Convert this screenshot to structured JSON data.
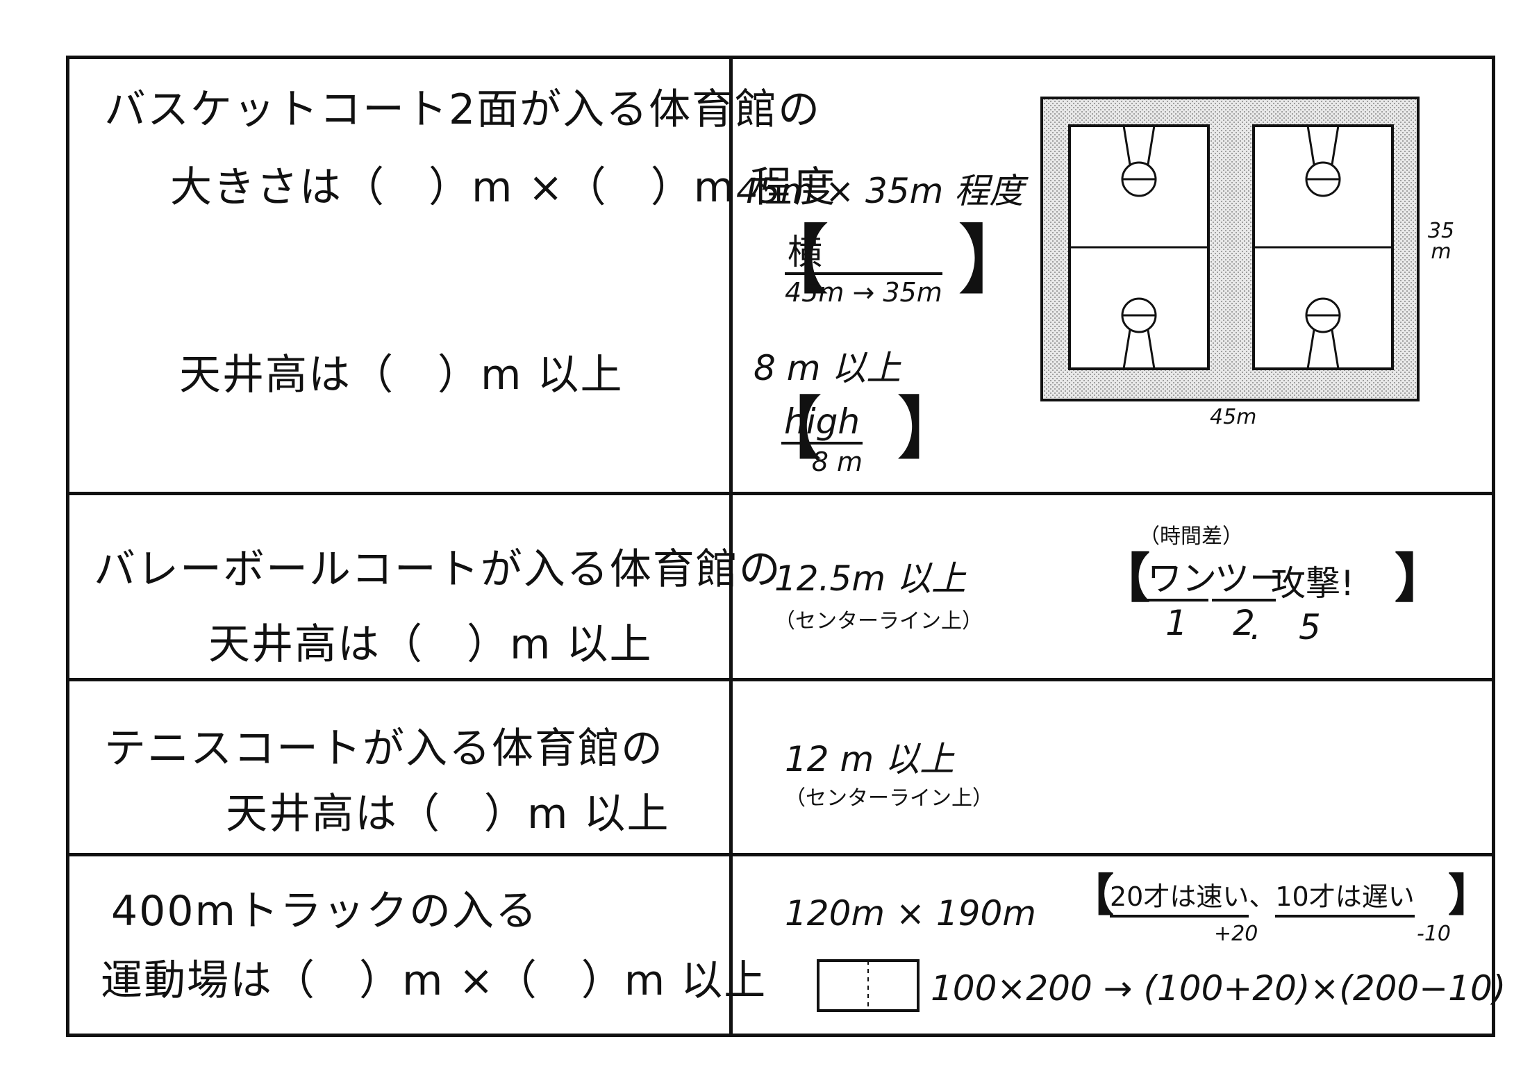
{
  "rows": [
    {
      "question_lines": [
        "バスケットコート2面が入る体育館の",
        "大きさは（　）m ×（　）m 程度"
      ],
      "question2": "天井高は（　）m 以上",
      "answer": "45m × 35m 程度",
      "hint1": {
        "open": "【",
        "word": "横",
        "sub": "45m → 35m",
        "close": "】"
      },
      "answer2": "8 m 以上",
      "hint2": {
        "open": "【",
        "word": "high",
        "sub": "8 m",
        "close": "】"
      },
      "diagram": {
        "width_label": "45m",
        "height_label": "35 m"
      }
    },
    {
      "question_lines": [
        "バレーボールコートが入る体育館の",
        "天井高は（　）m 以上"
      ],
      "answer": "12.5m 以上",
      "note": "（センターライン上）",
      "hint_top": "（時間差）",
      "hint": {
        "open": "【",
        "w1": "ワン",
        "w2": "ツー",
        "w3": "攻撃!",
        "close": "】",
        "n1": "1",
        "n2": "2",
        "n3": ".",
        "n4": "5"
      }
    },
    {
      "question_lines": [
        "テニスコートが入る体育館の",
        "天井高は（　）m 以上"
      ],
      "answer": "12 m 以上",
      "note": "（センターライン上）"
    },
    {
      "question_lines": [
        "400mトラックの入る",
        "運動場は（　）m ×（　）m 以上"
      ],
      "answer": "120m × 190m",
      "hint": {
        "open": "【",
        "p1": "20才は速い",
        "sep": "、",
        "p2": "10才は遅い",
        "close": "】",
        "s1": "+20",
        "s2": "-10"
      },
      "formula": "100×200 → (100+20)×(200−10)"
    }
  ]
}
